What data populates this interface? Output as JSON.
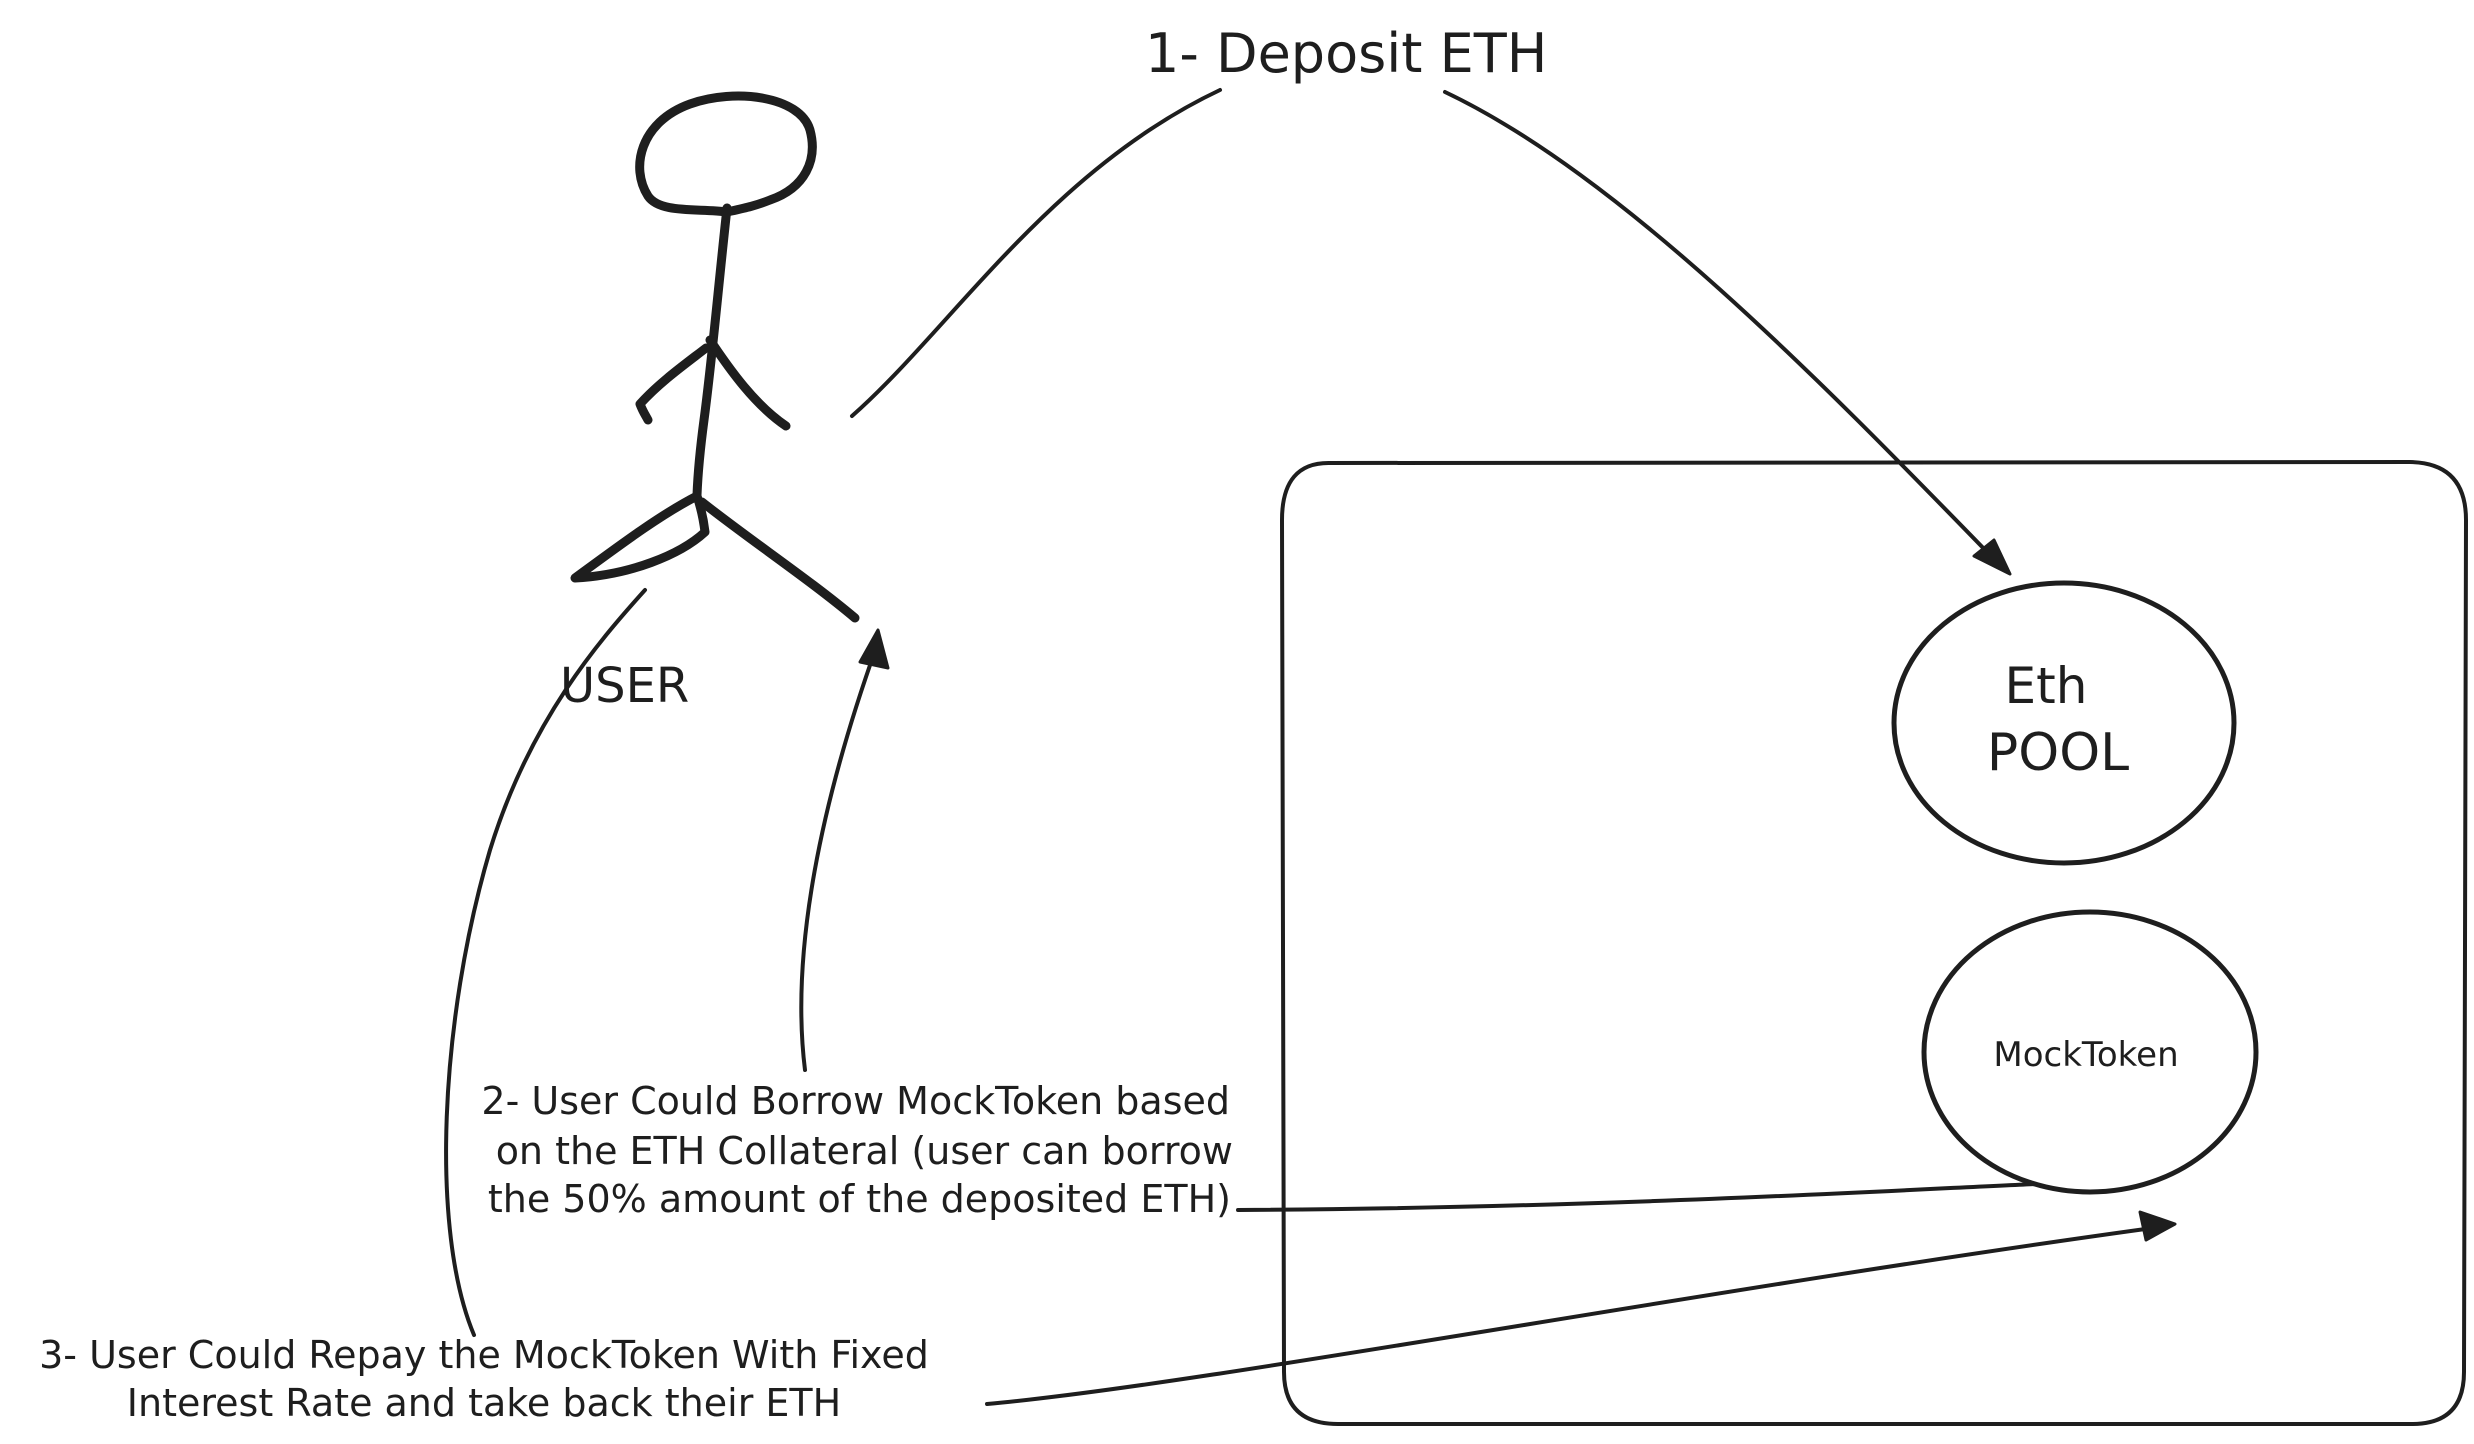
{
  "labels": {
    "step1": "1- Deposit ETH",
    "user": "USER",
    "eth_pool_line1": "Eth",
    "eth_pool_line2": "POOL",
    "mock_token": "MockToken",
    "step2_line1": "2- User Could Borrow MockToken based",
    "step2_line2": "on the ETH Collateral (user can borrow",
    "step2_line3": "the 50% amount of the deposited ETH)",
    "step3_line1": "3- User Could Repay the MockToken With Fixed",
    "step3_line2": "Interest Rate and take back their ETH"
  },
  "colors": {
    "ink": "#1e1e1e",
    "background": "#ffffff"
  }
}
